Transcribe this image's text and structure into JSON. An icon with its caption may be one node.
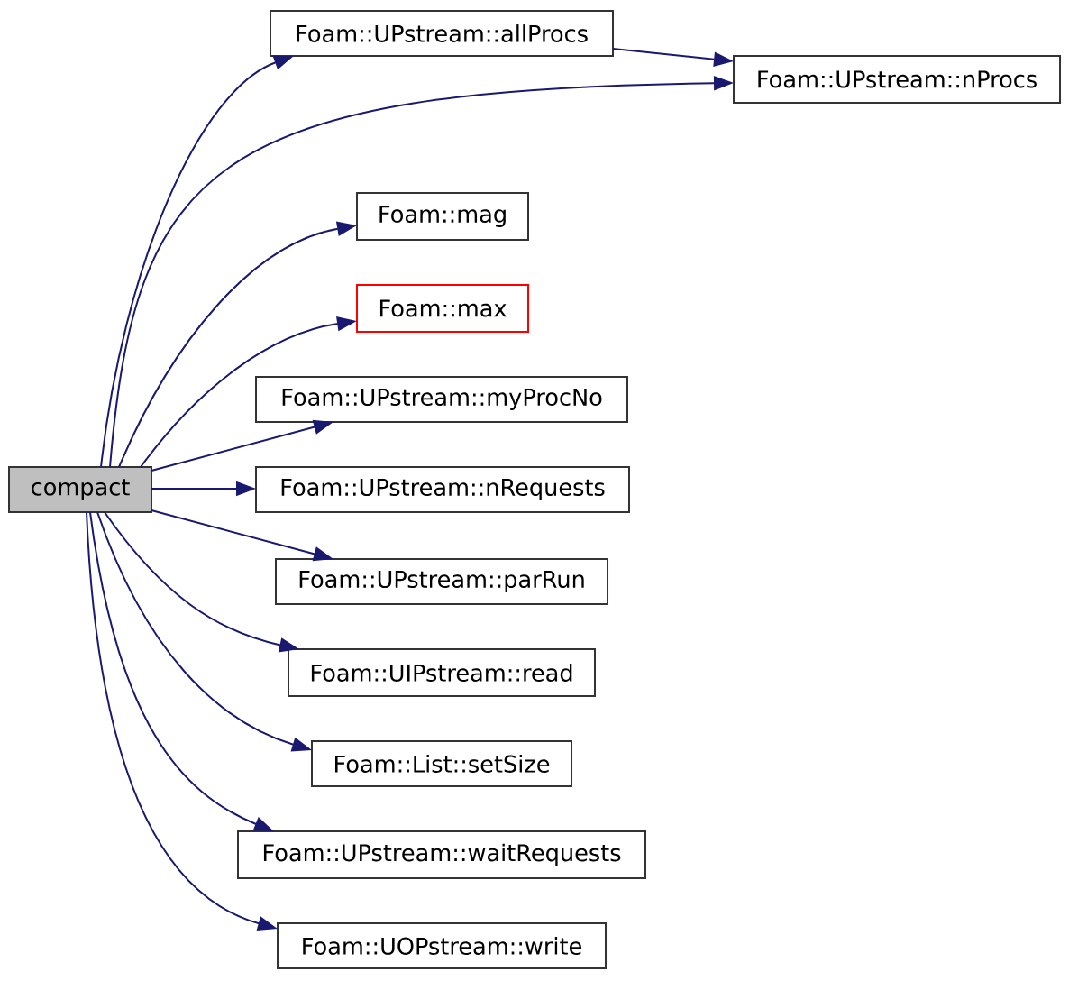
{
  "diagram": {
    "nodes": [
      {
        "text": [
          "compact"
        ]
      },
      {
        "text": [
          "Foam::UPstream::allProcs"
        ]
      },
      {
        "text": [
          "Foam::UPstream::nProcs"
        ]
      },
      {
        "text": [
          "Foam::mag"
        ]
      },
      {
        "text": [
          "Foam::max"
        ]
      },
      {
        "text": [
          "Foam::UPstream::myProcNo"
        ]
      },
      {
        "text": [
          "Foam::UPstream::nRequests"
        ]
      },
      {
        "text": [
          "Foam::UPstream::parRun"
        ]
      },
      {
        "text": [
          "Foam::UIPstream::read"
        ]
      },
      {
        "text": [
          "Foam::List::setSize"
        ]
      },
      {
        "text": [
          "Foam::UPstream::waitRequests"
        ]
      },
      {
        "text": [
          "Foam::UOPstream::write"
        ]
      }
    ],
    "edges": [
      {
        "from": 0,
        "to": 1,
        "arrow": "to"
      },
      {
        "from": 0,
        "to": 2,
        "arrow": "to"
      },
      {
        "from": 0,
        "to": 3,
        "arrow": "to"
      },
      {
        "from": 0,
        "to": 4,
        "arrow": "to"
      },
      {
        "from": 0,
        "to": 5,
        "arrow": "to"
      },
      {
        "from": 0,
        "to": 6,
        "arrow": "to"
      },
      {
        "from": 0,
        "to": 7,
        "arrow": "to"
      },
      {
        "from": 0,
        "to": 8,
        "arrow": "to"
      },
      {
        "from": 0,
        "to": 9,
        "arrow": "to"
      },
      {
        "from": 0,
        "to": 10,
        "arrow": "to"
      },
      {
        "from": 0,
        "to": 11,
        "arrow": "to"
      },
      {
        "from": 1,
        "to": 2,
        "arrow": "to"
      }
    ]
  }
}
